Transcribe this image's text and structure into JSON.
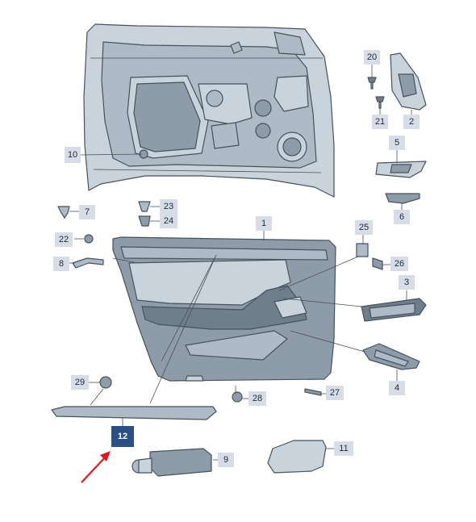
{
  "diagram": {
    "labels": [
      {
        "id": "1",
        "text": "1",
        "highlight": false
      },
      {
        "id": "2",
        "text": "2",
        "highlight": false
      },
      {
        "id": "3",
        "text": "3",
        "highlight": false
      },
      {
        "id": "4",
        "text": "4",
        "highlight": false
      },
      {
        "id": "5",
        "text": "5",
        "highlight": false
      },
      {
        "id": "6",
        "text": "6",
        "highlight": false
      },
      {
        "id": "7",
        "text": "7",
        "highlight": false
      },
      {
        "id": "8",
        "text": "8",
        "highlight": false
      },
      {
        "id": "9",
        "text": "9",
        "highlight": false
      },
      {
        "id": "10",
        "text": "10",
        "highlight": false
      },
      {
        "id": "11",
        "text": "11",
        "highlight": false
      },
      {
        "id": "12",
        "text": "12",
        "highlight": true
      },
      {
        "id": "20",
        "text": "20",
        "highlight": false
      },
      {
        "id": "21",
        "text": "21",
        "highlight": false
      },
      {
        "id": "22",
        "text": "22",
        "highlight": false
      },
      {
        "id": "23",
        "text": "23",
        "highlight": false
      },
      {
        "id": "24",
        "text": "24",
        "highlight": false
      },
      {
        "id": "25",
        "text": "25",
        "highlight": false
      },
      {
        "id": "26",
        "text": "26",
        "highlight": false
      },
      {
        "id": "27",
        "text": "27",
        "highlight": false
      },
      {
        "id": "28",
        "text": "28",
        "highlight": false
      },
      {
        "id": "29",
        "text": "29",
        "highlight": false
      }
    ],
    "colors": {
      "label_bg": "#d7dde6",
      "label_highlight_bg": "#2c4f86",
      "arrow": "#e0161b",
      "part_fill": "#c9d3dc",
      "part_stroke": "#46525c"
    }
  }
}
